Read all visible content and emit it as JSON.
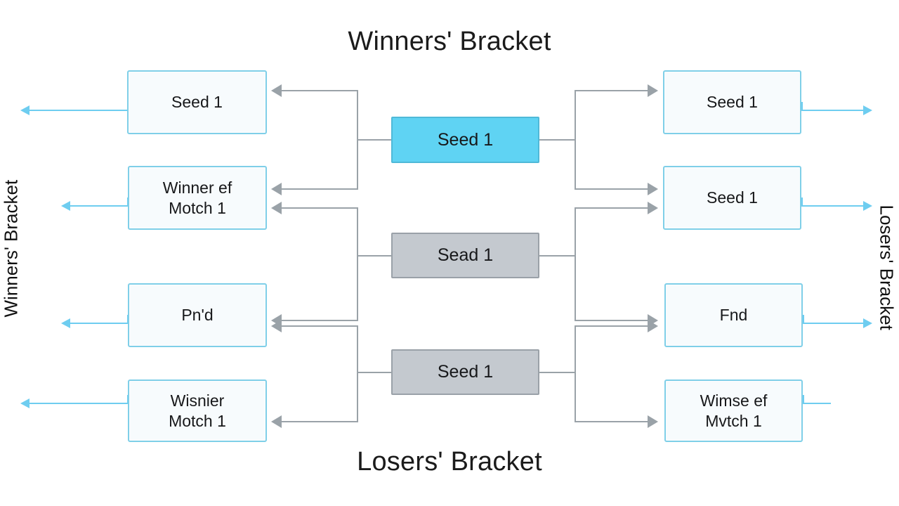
{
  "headings": {
    "top": "Winners' Bracket",
    "bottom": "Losers' Bracket"
  },
  "side_labels": {
    "left": "Winners' Bracket",
    "right": "Losers' Bracket"
  },
  "colors": {
    "box_border": "#7fcfe8",
    "box_fill": "#f7fbfd",
    "active_fill": "#5fd3f3",
    "idle_fill": "#c4c9cf",
    "connector": "#9aa2a8",
    "cyan_connector": "#6ecdf0",
    "text": "#17181a"
  },
  "left_column": [
    {
      "id": "wb-l1",
      "line1": "Seed 1",
      "line2": ""
    },
    {
      "id": "wb-l2",
      "line1": "Winner ef",
      "line2": "Motch 1"
    },
    {
      "id": "wb-l3",
      "line1": "Pn'd",
      "line2": ""
    },
    {
      "id": "wb-l4",
      "line1": "Wisnier",
      "line2": "Motch 1"
    }
  ],
  "center_column": [
    {
      "id": "c1",
      "label": "Seed 1",
      "state": "active"
    },
    {
      "id": "c2",
      "label": "Sead 1",
      "state": "idle"
    },
    {
      "id": "c3",
      "label": "Seed 1",
      "state": "idle"
    }
  ],
  "right_column": [
    {
      "id": "lb-r1",
      "line1": "Seed 1",
      "line2": ""
    },
    {
      "id": "lb-r2",
      "line1": "Seed 1",
      "line2": ""
    },
    {
      "id": "lb-r3",
      "line1": "Fnd",
      "line2": ""
    },
    {
      "id": "lb-r4",
      "line1": "Wimse ef",
      "line2": "Mvtch 1"
    }
  ]
}
